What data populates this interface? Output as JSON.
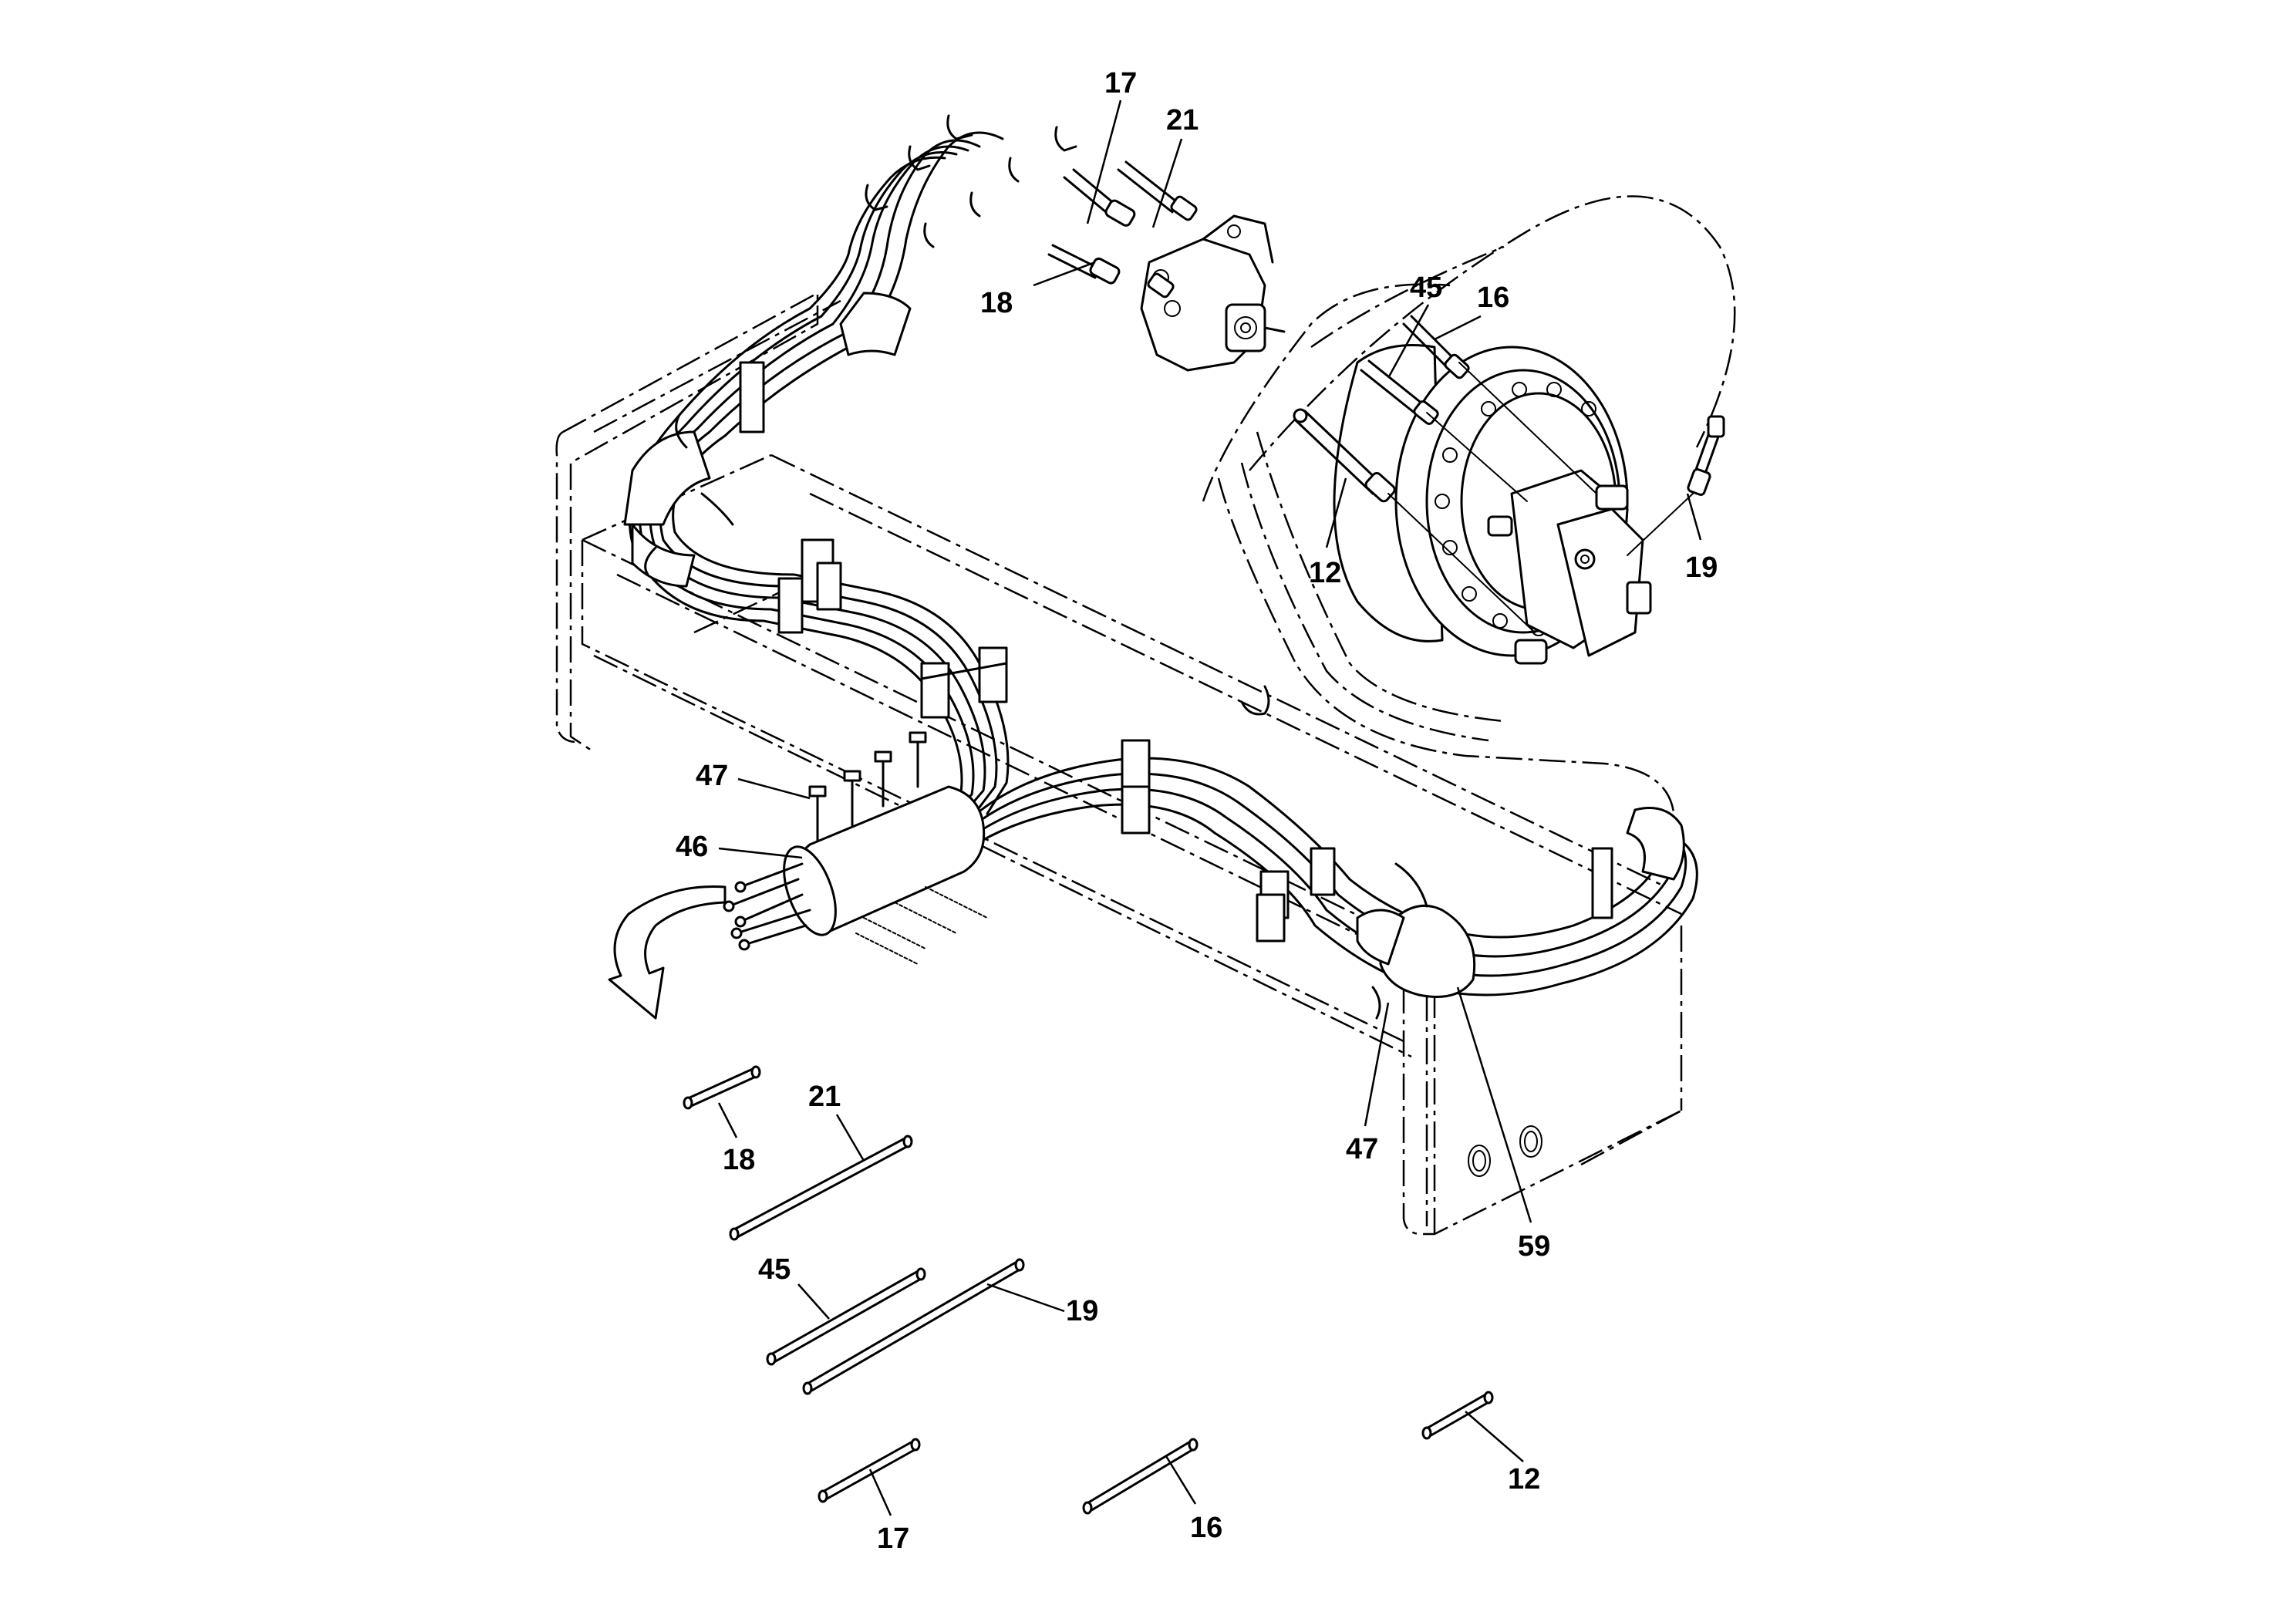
{
  "callouts": {
    "c17_top": "17",
    "c21_top": "21",
    "c18_top": "18",
    "c45_top": "45",
    "c16_top": "16",
    "c12_top": "12",
    "c19_top": "19",
    "c47_left": "47",
    "c46": "46",
    "c47_right": "47",
    "c59": "59",
    "c18_bot": "18",
    "c21_bot": "21",
    "c45_bot": "45",
    "c19_bot": "19",
    "c17_bot": "17",
    "c16_bot": "16",
    "c12_bot": "12"
  }
}
